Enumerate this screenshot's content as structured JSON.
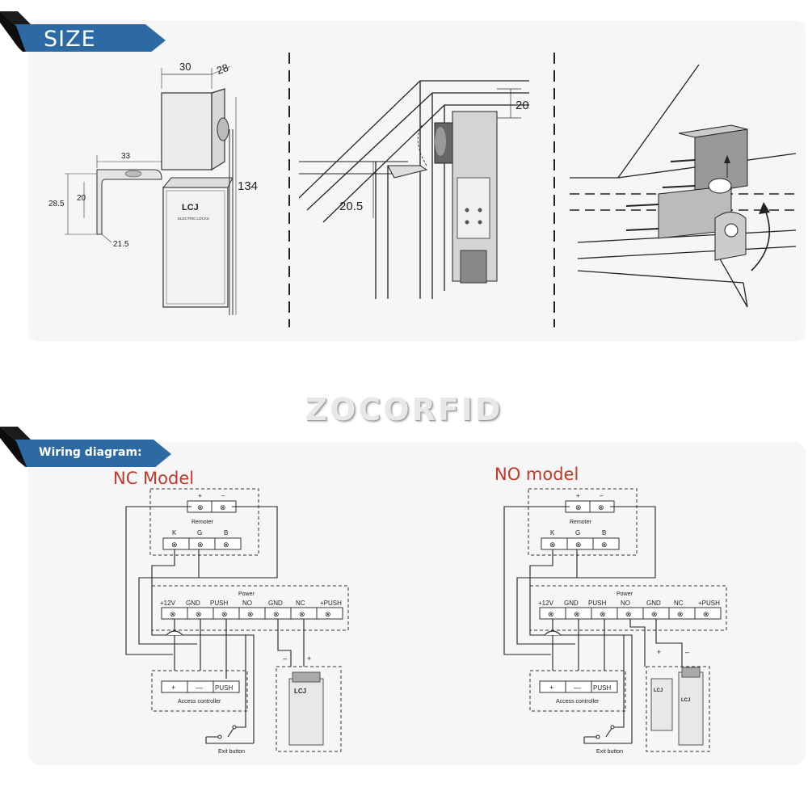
{
  "size_section": {
    "banner_label": "SIZE",
    "dims": {
      "d30": "30",
      "d28": "28",
      "d33": "33",
      "d134": "134",
      "d28_5": "28.5",
      "d20": "20",
      "d21_5": "21.5",
      "install_20": "20",
      "install_20_5": "20.5"
    },
    "lock_brand": "LCJ",
    "lock_caption": "ELECTRIC LOCKS"
  },
  "watermark": "ZOCORFID",
  "wiring_section": {
    "banner_label": "Wiring diagram:",
    "nc_title": "NC Model",
    "no_title": "NO model",
    "remoter": {
      "label": "Remoter",
      "top_plus": "+",
      "top_minus": "–",
      "k": "K",
      "g": "G",
      "b": "B"
    },
    "power": {
      "label": "Power",
      "terminals": [
        "+12V",
        "GND",
        "PUSH",
        "NO",
        "GND",
        "NC",
        "+PUSH"
      ]
    },
    "controller": {
      "label": "Access controller",
      "plus": "+",
      "minus": "—",
      "push": "PUSH"
    },
    "exit_button": "Exit button",
    "lock_plus": "+",
    "lock_minus": "–"
  },
  "colors": {
    "banner_blue": "#2d6aa3",
    "title_red": "#c0392b"
  }
}
